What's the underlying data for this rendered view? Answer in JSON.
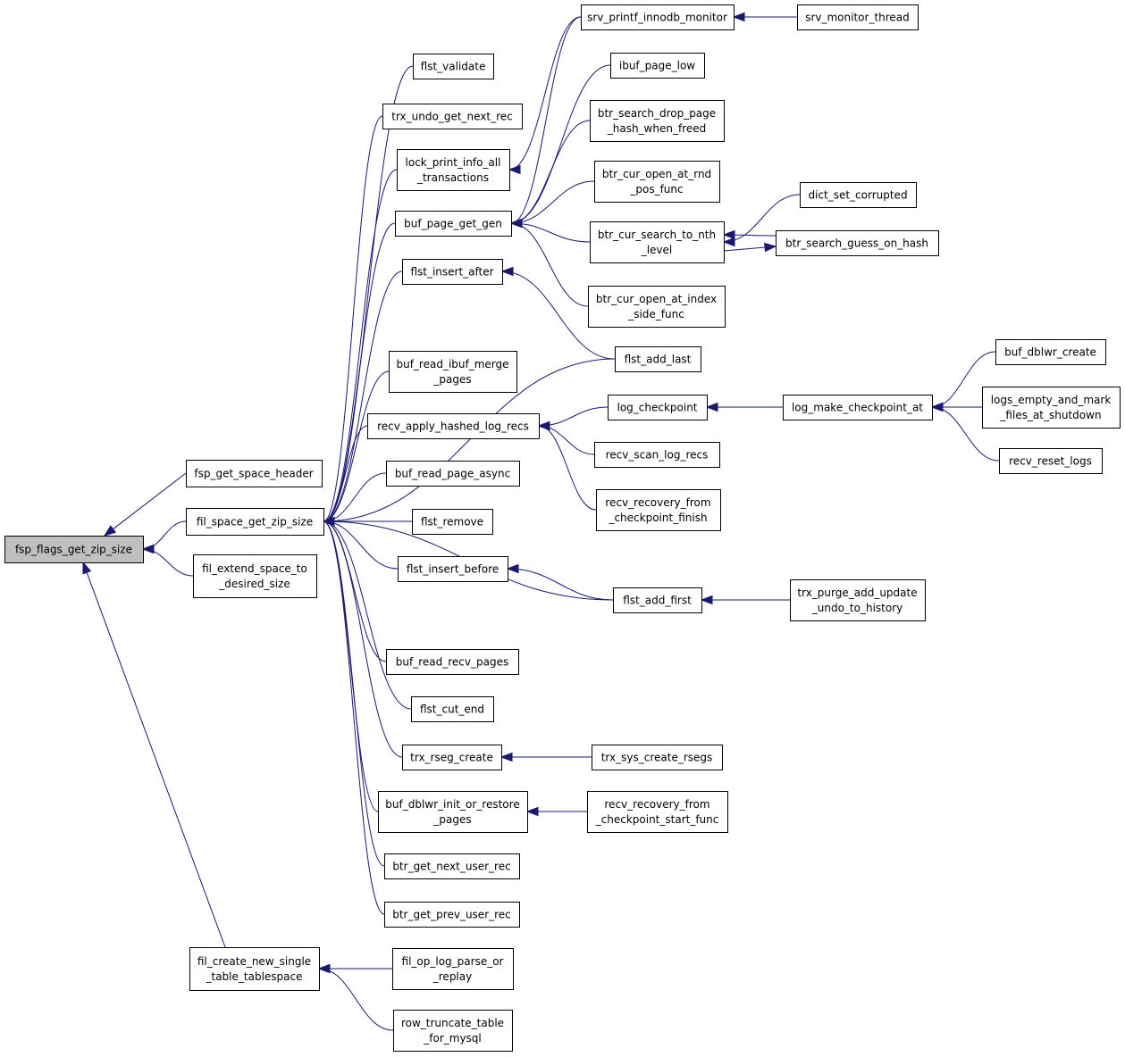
{
  "colors": {
    "edge": "#191970",
    "root_fill": "#bfbfbf",
    "node_fill": "#ffffff",
    "border": "#000000"
  },
  "nodes": [
    {
      "id": "n_root",
      "lines": [
        "fsp_flags_get_zip_size"
      ]
    },
    {
      "id": "n_fsh",
      "lines": [
        "fsp_get_space_header"
      ]
    },
    {
      "id": "n_fsgz",
      "lines": [
        "fil_space_get_zip_size"
      ]
    },
    {
      "id": "n_fesd",
      "lines": [
        "fil_extend_space_to",
        "_desired_size"
      ]
    },
    {
      "id": "n_fcnst",
      "lines": [
        "fil_create_new_single",
        "_table_tablespace"
      ]
    },
    {
      "id": "n_fval",
      "lines": [
        "flst_validate"
      ]
    },
    {
      "id": "n_tugnr",
      "lines": [
        "trx_undo_get_next_rec"
      ]
    },
    {
      "id": "n_lpiat",
      "lines": [
        "lock_print_info_all",
        "_transactions"
      ]
    },
    {
      "id": "n_bpgg",
      "lines": [
        "buf_page_get_gen"
      ]
    },
    {
      "id": "n_fia",
      "lines": [
        "flst_insert_after"
      ]
    },
    {
      "id": "n_brimp",
      "lines": [
        "buf_read_ibuf_merge",
        "_pages"
      ]
    },
    {
      "id": "n_rahlr",
      "lines": [
        "recv_apply_hashed_log_recs"
      ]
    },
    {
      "id": "n_brpa",
      "lines": [
        "buf_read_page_async"
      ]
    },
    {
      "id": "n_frem",
      "lines": [
        "flst_remove"
      ]
    },
    {
      "id": "n_fib",
      "lines": [
        "flst_insert_before"
      ]
    },
    {
      "id": "n_brrp",
      "lines": [
        "buf_read_recv_pages"
      ]
    },
    {
      "id": "n_fce",
      "lines": [
        "flst_cut_end"
      ]
    },
    {
      "id": "n_trc",
      "lines": [
        "trx_rseg_create"
      ]
    },
    {
      "id": "n_bdiorp",
      "lines": [
        "buf_dblwr_init_or_restore",
        "_pages"
      ]
    },
    {
      "id": "n_bgnur",
      "lines": [
        "btr_get_next_user_rec"
      ]
    },
    {
      "id": "n_bgpur",
      "lines": [
        "btr_get_prev_user_rec"
      ]
    },
    {
      "id": "n_folpr",
      "lines": [
        "fil_op_log_parse_or",
        "_replay"
      ]
    },
    {
      "id": "n_rttfm",
      "lines": [
        "row_truncate_table",
        "_for_mysql"
      ]
    },
    {
      "id": "n_spim",
      "lines": [
        "srv_printf_innodb_monitor"
      ]
    },
    {
      "id": "n_smt",
      "lines": [
        "srv_monitor_thread"
      ]
    },
    {
      "id": "n_ipl",
      "lines": [
        "ibuf_page_low"
      ]
    },
    {
      "id": "n_bsdp",
      "lines": [
        "btr_search_drop_page",
        "_hash_when_freed"
      ]
    },
    {
      "id": "n_bcoar",
      "lines": [
        "btr_cur_open_at_rnd",
        "_pos_func"
      ]
    },
    {
      "id": "n_bcstn",
      "lines": [
        "btr_cur_search_to_nth",
        "_level"
      ]
    },
    {
      "id": "n_bcoai",
      "lines": [
        "btr_cur_open_at_index",
        "_side_func"
      ]
    },
    {
      "id": "n_dsc",
      "lines": [
        "dict_set_corrupted"
      ]
    },
    {
      "id": "n_bsgoh",
      "lines": [
        "btr_search_guess_on_hash"
      ]
    },
    {
      "id": "n_fal",
      "lines": [
        "flst_add_last"
      ]
    },
    {
      "id": "n_lcp",
      "lines": [
        "log_checkpoint"
      ]
    },
    {
      "id": "n_rslr",
      "lines": [
        "recv_scan_log_recs"
      ]
    },
    {
      "id": "n_rrfcf",
      "lines": [
        "recv_recovery_from",
        "_checkpoint_finish"
      ]
    },
    {
      "id": "n_faf",
      "lines": [
        "flst_add_first"
      ]
    },
    {
      "id": "n_tscr",
      "lines": [
        "trx_sys_create_rsegs"
      ]
    },
    {
      "id": "n_rrfcs",
      "lines": [
        "recv_recovery_from",
        "_checkpoint_start_func"
      ]
    },
    {
      "id": "n_lmca",
      "lines": [
        "log_make_checkpoint_at"
      ]
    },
    {
      "id": "n_bdc",
      "lines": [
        "buf_dblwr_create"
      ]
    },
    {
      "id": "n_leamf",
      "lines": [
        "logs_empty_and_mark",
        "_files_at_shutdown"
      ]
    },
    {
      "id": "n_rrl",
      "lines": [
        "recv_reset_logs"
      ]
    },
    {
      "id": "n_tpauh",
      "lines": [
        "trx_purge_add_update",
        "_undo_to_history"
      ]
    }
  ],
  "edges": [
    [
      "n_fsh",
      "n_root"
    ],
    [
      "n_fsgz",
      "n_root"
    ],
    [
      "n_fesd",
      "n_root"
    ],
    [
      "n_fcnst",
      "n_root"
    ],
    [
      "n_fval",
      "n_fsgz"
    ],
    [
      "n_tugnr",
      "n_fsgz"
    ],
    [
      "n_lpiat",
      "n_fsgz"
    ],
    [
      "n_bpgg",
      "n_fsgz"
    ],
    [
      "n_fia",
      "n_fsgz"
    ],
    [
      "n_fal",
      "n_fsgz"
    ],
    [
      "n_brimp",
      "n_fsgz"
    ],
    [
      "n_rahlr",
      "n_fsgz"
    ],
    [
      "n_brpa",
      "n_fsgz"
    ],
    [
      "n_frem",
      "n_fsgz"
    ],
    [
      "n_fib",
      "n_fsgz"
    ],
    [
      "n_faf",
      "n_fsgz"
    ],
    [
      "n_brrp",
      "n_fsgz"
    ],
    [
      "n_fce",
      "n_fsgz"
    ],
    [
      "n_trc",
      "n_fsgz"
    ],
    [
      "n_bdiorp",
      "n_fsgz"
    ],
    [
      "n_bgnur",
      "n_fsgz"
    ],
    [
      "n_bgpur",
      "n_fsgz"
    ],
    [
      "n_folpr",
      "n_fcnst"
    ],
    [
      "n_rttfm",
      "n_fcnst"
    ],
    [
      "n_spim",
      "n_lpiat"
    ],
    [
      "n_smt",
      "n_spim"
    ],
    [
      "n_spim",
      "n_bpgg"
    ],
    [
      "n_ipl",
      "n_bpgg"
    ],
    [
      "n_bsdp",
      "n_bpgg"
    ],
    [
      "n_bcoar",
      "n_bpgg"
    ],
    [
      "n_bcstn",
      "n_bpgg"
    ],
    [
      "n_bcoai",
      "n_bpgg"
    ],
    [
      "n_dsc",
      "n_bcstn"
    ],
    [
      "n_bsgoh",
      "n_bcstn"
    ],
    [
      "n_bcstn",
      "n_bsgoh"
    ],
    [
      "n_fal",
      "n_fia"
    ],
    [
      "n_lcp",
      "n_rahlr"
    ],
    [
      "n_rslr",
      "n_rahlr"
    ],
    [
      "n_rrfcf",
      "n_rahlr"
    ],
    [
      "n_lmca",
      "n_lcp"
    ],
    [
      "n_bdc",
      "n_lmca"
    ],
    [
      "n_leamf",
      "n_lmca"
    ],
    [
      "n_rrl",
      "n_lmca"
    ],
    [
      "n_faf",
      "n_fib"
    ],
    [
      "n_tpauh",
      "n_faf"
    ],
    [
      "n_tscr",
      "n_trc"
    ],
    [
      "n_rrfcs",
      "n_bdiorp"
    ]
  ]
}
